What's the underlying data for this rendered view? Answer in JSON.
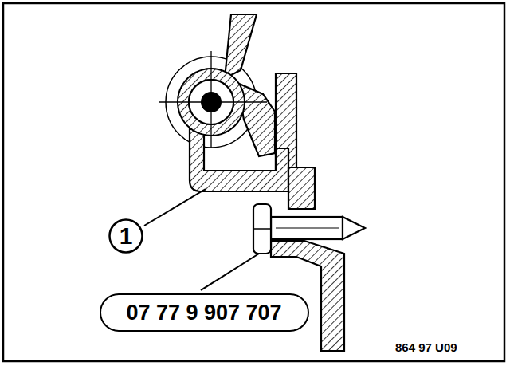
{
  "diagram": {
    "nodes": [
      {
        "text": [
          "1"
        ]
      },
      {
        "text": [
          "07 77 9 907 707"
        ]
      }
    ],
    "labels": [
      "864 97 U09"
    ]
  }
}
